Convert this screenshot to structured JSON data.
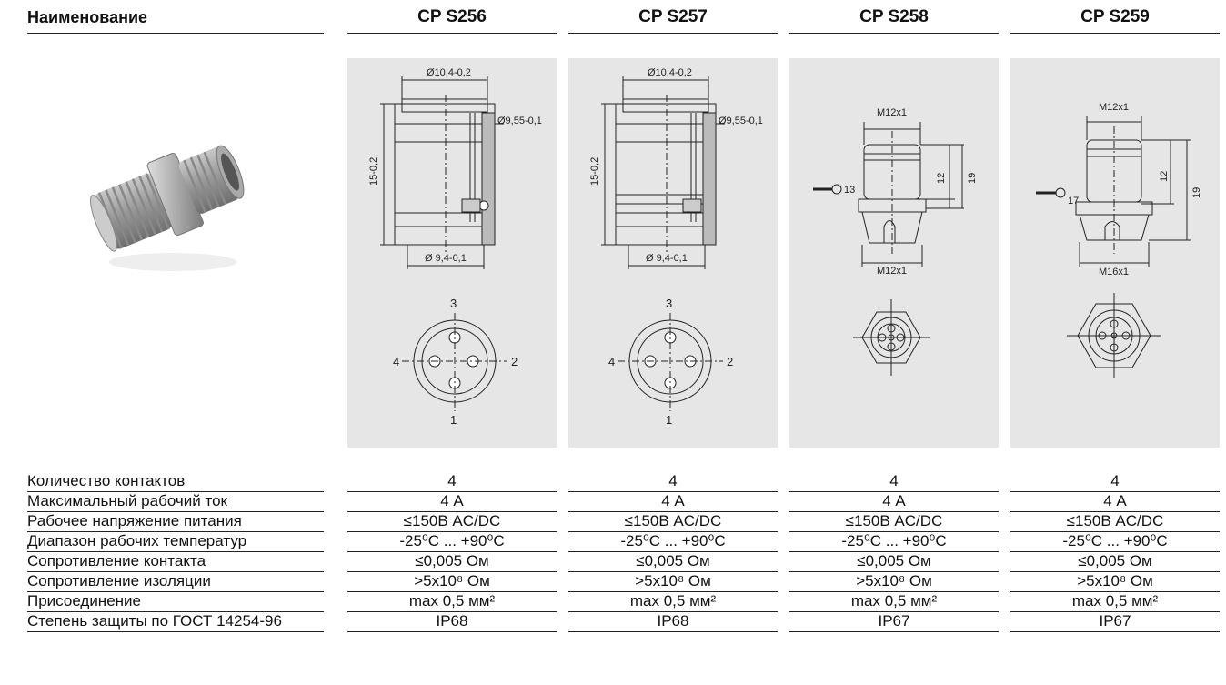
{
  "header": {
    "name_label": "Наименование",
    "models": [
      "CP  S256",
      "CP  S257",
      "CP  S258",
      "CP  S259"
    ]
  },
  "drawings": {
    "s256": {
      "d_top": "Ø10,4-0,2",
      "d_right": "Ø9,55-0,1",
      "height": "15-0,2",
      "d_bottom": "Ø 9,4-0,1",
      "pins": [
        "3",
        "4",
        "2",
        "1"
      ]
    },
    "s257": {
      "d_top": "Ø10,4-0,2",
      "d_right": "Ø9,55-0,1",
      "height": "15-0,2",
      "d_bottom": "Ø 9,4-0,1",
      "pins": [
        "3",
        "4",
        "2",
        "1"
      ]
    },
    "s258": {
      "thread_top": "M12x1",
      "thread_bottom": "M12x1",
      "wrench": "13",
      "h1": "12",
      "h2": "19"
    },
    "s259": {
      "thread_top": "M12x1",
      "thread_bottom": "M16x1",
      "wrench": "17",
      "h1": "12",
      "h2": "19"
    }
  },
  "specs": [
    {
      "label": "Количество контактов",
      "values": [
        "4",
        "4",
        "4",
        "4"
      ]
    },
    {
      "label": "Максимальный рабочий ток",
      "values": [
        "4 А",
        "4 А",
        "4 А",
        "4 А"
      ]
    },
    {
      "label": "Рабочее напряжение питания",
      "values": [
        "≤150В  AC/DC",
        "≤150В  AC/DC",
        "≤150В  AC/DC",
        "≤150В  AC/DC"
      ]
    },
    {
      "label": "Диапазон рабочих температур",
      "values": [
        "-25⁰C ... +90⁰C",
        "-25⁰C ... +90⁰C",
        "-25⁰C ... +90⁰C",
        "-25⁰C ... +90⁰C"
      ]
    },
    {
      "label": "Сопротивление контакта",
      "values": [
        "≤0,005 Ом",
        "≤0,005 Ом",
        "≤0,005 Ом",
        "≤0,005 Ом"
      ]
    },
    {
      "label": "Сопротивление изоляции",
      "values": [
        ">5x10⁸ Ом",
        ">5x10⁸ Ом",
        ">5x10⁸ Ом",
        ">5x10⁸ Ом"
      ]
    },
    {
      "label": "Присоединение",
      "values": [
        "max 0,5 мм²",
        "max 0,5 мм²",
        "max 0,5 мм²",
        "max 0,5 мм²"
      ]
    },
    {
      "label": "Степень защиты по ГОСТ 14254-96",
      "values": [
        "IP68",
        "IP68",
        "IP67",
        "IP67"
      ]
    }
  ]
}
